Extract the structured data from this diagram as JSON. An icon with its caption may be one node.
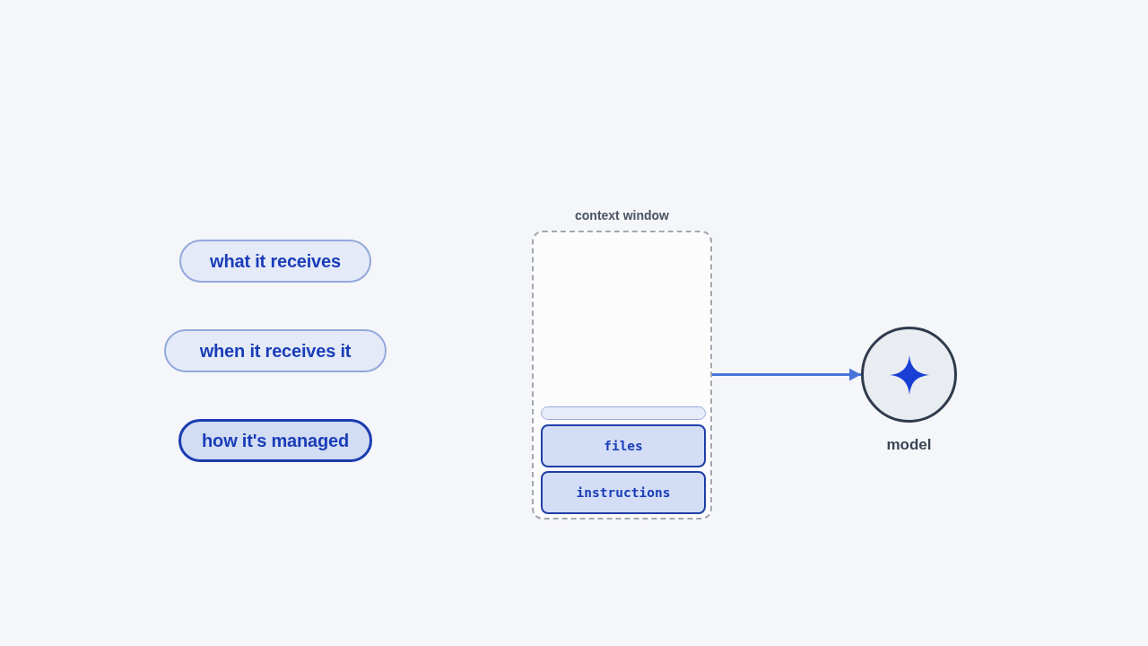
{
  "diagram": {
    "nodes": [
      {
        "text": [
          "what it receives"
        ]
      },
      {
        "text": [
          "when it receives it"
        ]
      },
      {
        "text": [
          "how it's managed"
        ]
      },
      {
        "text": [
          "context window"
        ]
      },
      {
        "text": [],
        "shape": "bar",
        "in": 3
      },
      {
        "text": [
          "files"
        ],
        "in": 3
      },
      {
        "text": [
          "instructions"
        ],
        "in": 3
      },
      {
        "text": [
          "model"
        ]
      }
    ],
    "edges": [
      {
        "from": 3,
        "to": 7,
        "arrow": "to"
      }
    ]
  }
}
